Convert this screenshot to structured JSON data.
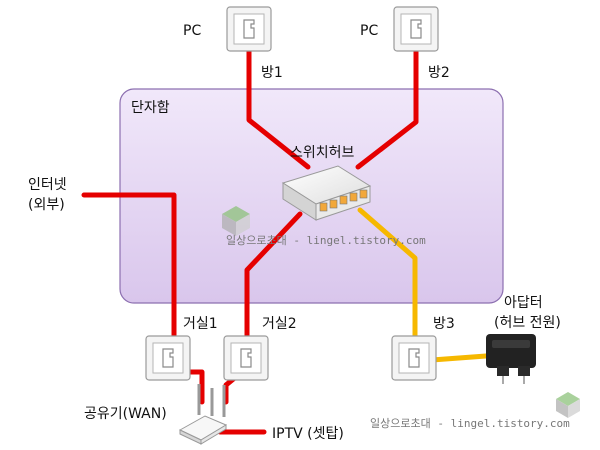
{
  "labels": {
    "pc_left": "PC",
    "pc_right": "PC",
    "room1": "방1",
    "room2": "방2",
    "room3": "방3",
    "cabinet": "단자함",
    "switch_hub": "스위치허브",
    "internet": "인터넷",
    "internet_sub": "(외부)",
    "living1": "거실1",
    "living2": "거실2",
    "router": "공유기(WAN)",
    "iptv": "IPTV (셋탑)",
    "adapter": "아답터",
    "adapter_sub": "(허브 전원)"
  },
  "watermark": {
    "center": "일상으로초대 - lingel.tistory.com",
    "bottom": "일상으로초대 - lingel.tistory.com"
  },
  "colors": {
    "lan_cable": "#e50000",
    "power_cable": "#f6b800",
    "cabinet_fill": "#e6d6f4",
    "cabinet_stroke": "#8c6fb0"
  }
}
